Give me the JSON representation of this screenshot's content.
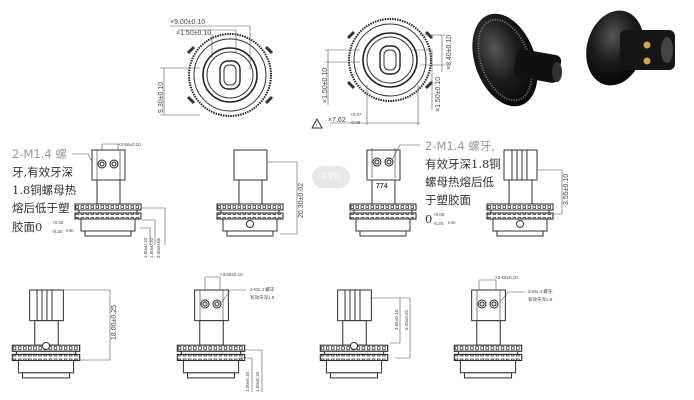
{
  "top_view_1": {
    "dim_width": "×9.00±0.10",
    "dim_slot": "×1.50±0.10",
    "dim_height": "9.30±0.10"
  },
  "top_view_2": {
    "dim_left": "×1.50±0.10",
    "dim_right_outer": "×8.40±0.10",
    "dim_right_inner": "×1.50±0.10",
    "dim_bottom": "×7.62",
    "tol_plus": "+0.07",
    "tol_minus": "-0.08",
    "warning_mark": "!"
  },
  "row2": {
    "note_1": [
      "2-M1.4 螺",
      "牙,有效牙深",
      "1.8铜螺母热",
      "熔后低于塑",
      "胶面0"
    ],
    "note_1_tol_plus": "+0.05",
    "note_1_tol_minus": "-0.20",
    "note_1_unit": "mm",
    "view_1_top_dim": "×3.60±0.10",
    "view_1_side_dims": [
      "1.50±0.10",
      "1.50±0.10",
      "3.00±0.05"
    ],
    "view_2_height_dim": "20.30±0.02",
    "view_3_marking": "774",
    "note_2": [
      "2-M1.4  螺牙,",
      "有效牙深1.8铜",
      "螺母热熔后低",
      "于塑胶面",
      "0"
    ],
    "note_2_tol_plus": "+0.05",
    "note_2_tol_minus": "-0.20",
    "note_2_unit": "mm",
    "view_4_height_dim": "3.55±0.10"
  },
  "row3": {
    "view_1_height_dim": "18.00±0.25",
    "view_2_top_dim": "×3.60±0.10",
    "view_2_note": [
      "2-M1.4 螺牙,",
      "有效牙深1.8"
    ],
    "view_2_bottom_dims": [
      "1.50±0.10",
      "1.50±0.10"
    ],
    "view_3_dims": [
      "3.55±0.15",
      "6.20±0.25"
    ],
    "view_4_top_dim": "×3.60±0.10",
    "view_4_note": [
      "2-M1.4 螺牙,",
      "有效牙深1.8"
    ]
  },
  "loading": {
    "progress_label": "43%",
    "progress_percent": 43
  }
}
